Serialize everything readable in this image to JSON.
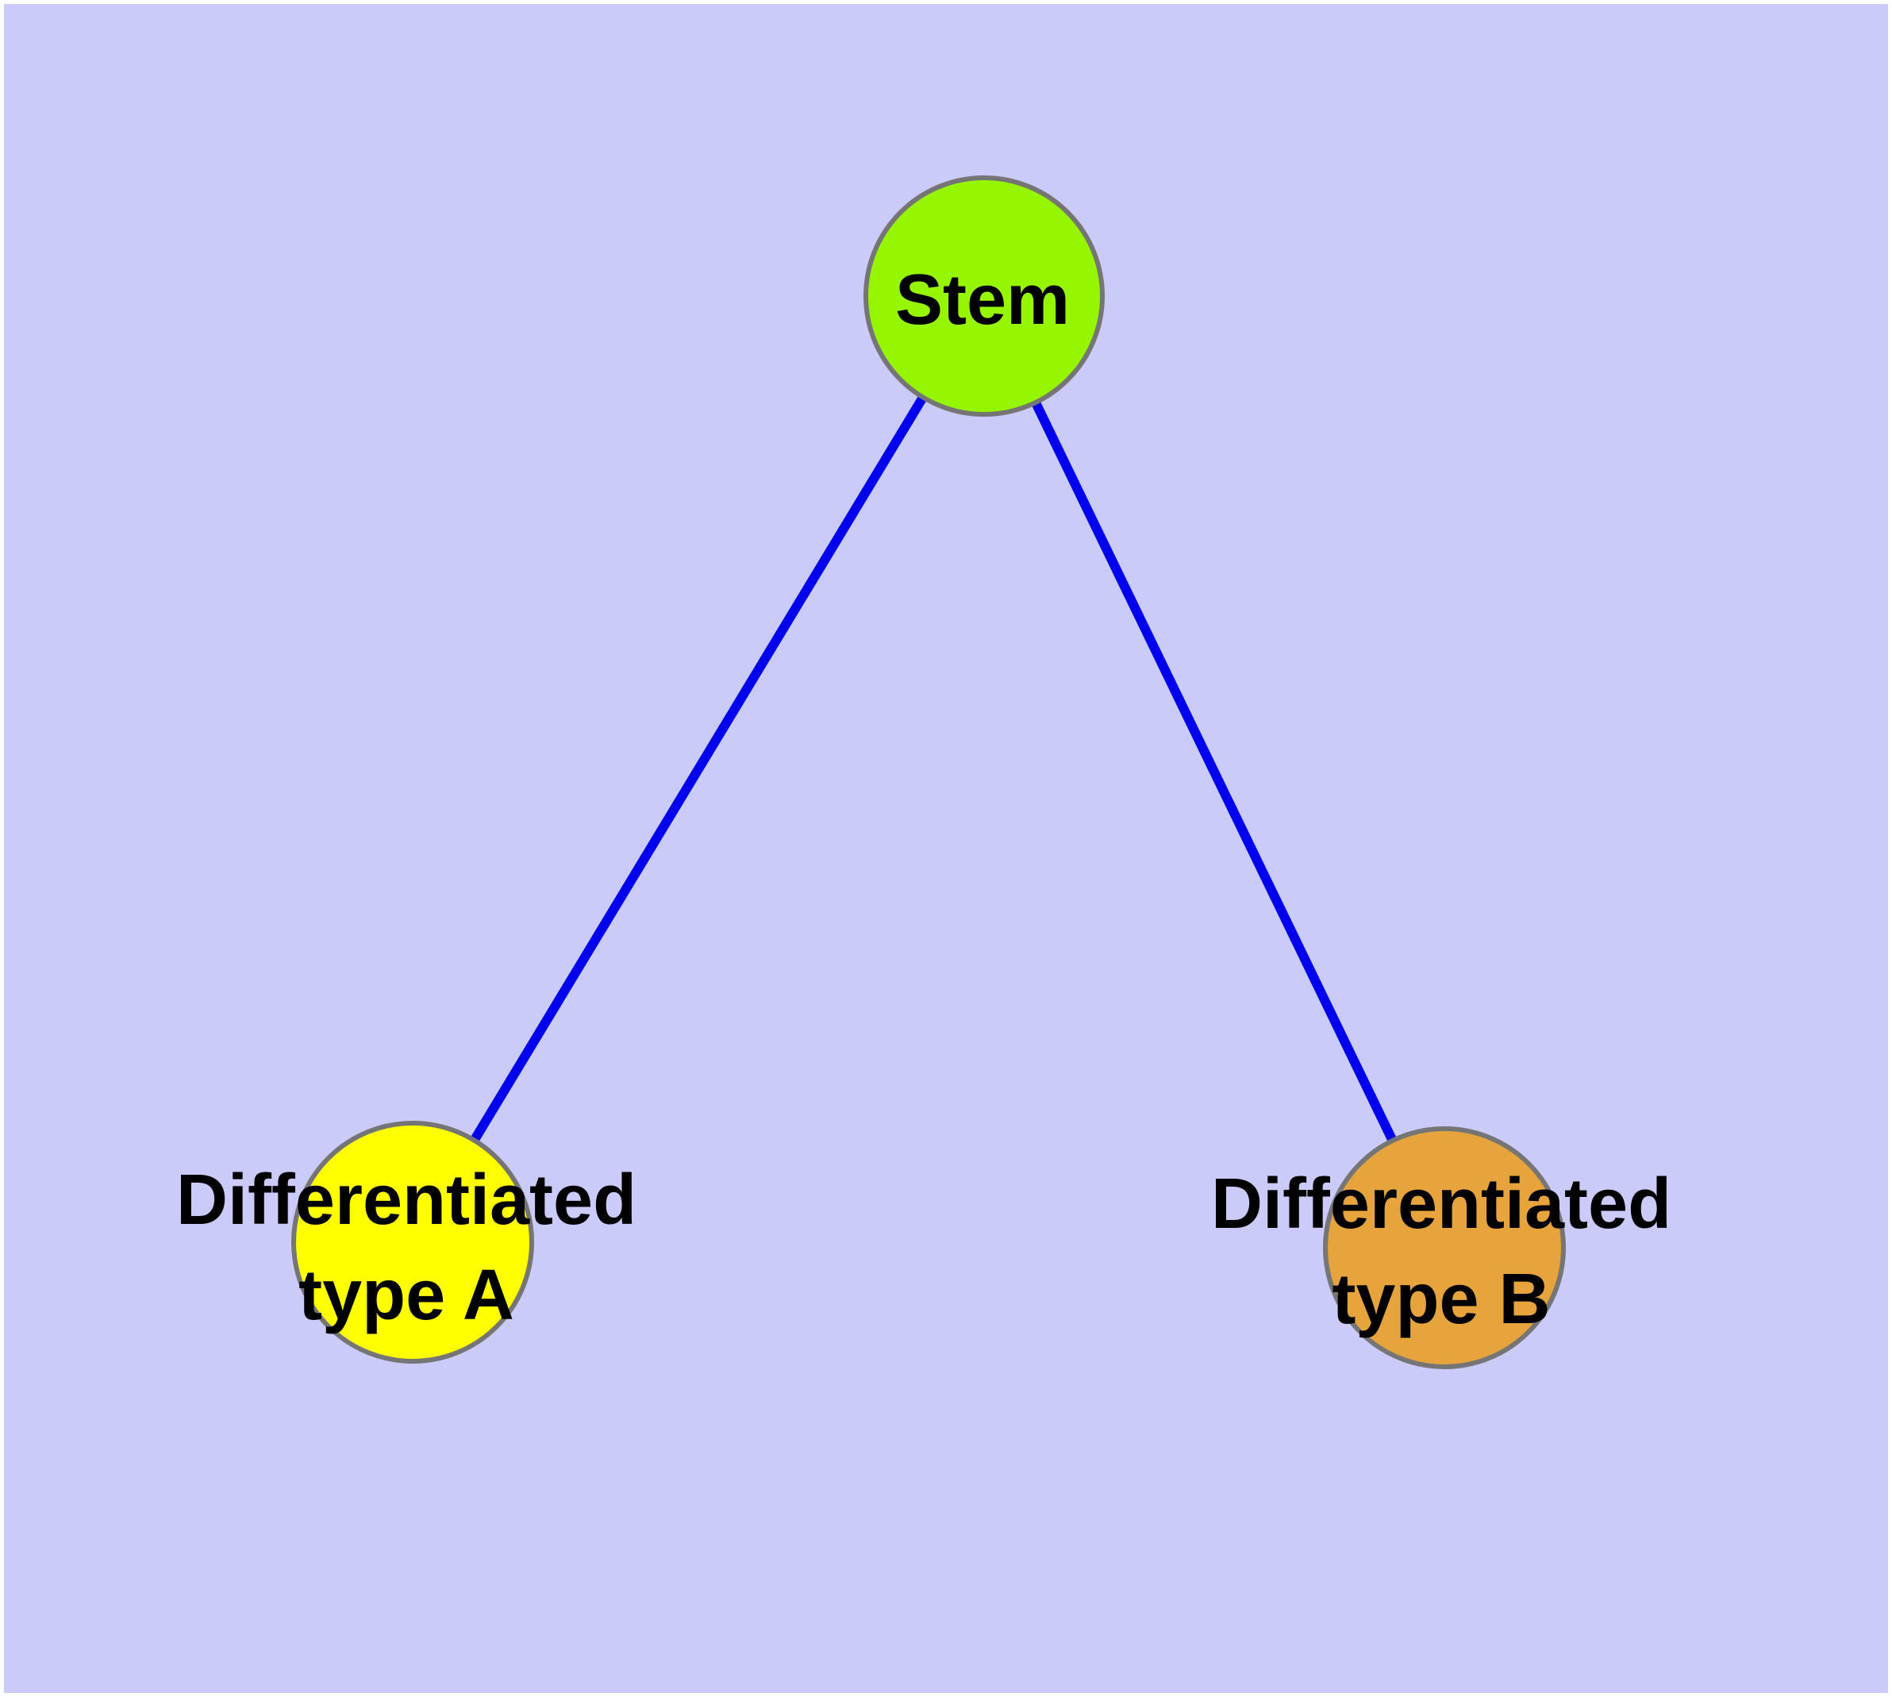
{
  "diagram": {
    "type": "node-link-graph",
    "background_color": "#CBCBFA",
    "frame_color": "#FFFFFF",
    "edge_color": "#0000EE",
    "node_border_color": "#757575",
    "text_color": "#000000",
    "nodes": [
      {
        "id": "stem",
        "label": "Stem",
        "fill": "#96F500"
      },
      {
        "id": "diff-a",
        "label": "Differentiated\ntype A",
        "fill": "#FFFF00"
      },
      {
        "id": "diff-b",
        "label": "Differentiated\ntype B",
        "fill": "#E7A33C"
      }
    ],
    "edges": [
      {
        "from": "stem",
        "to": "diff-a"
      },
      {
        "from": "stem",
        "to": "diff-b"
      }
    ]
  }
}
